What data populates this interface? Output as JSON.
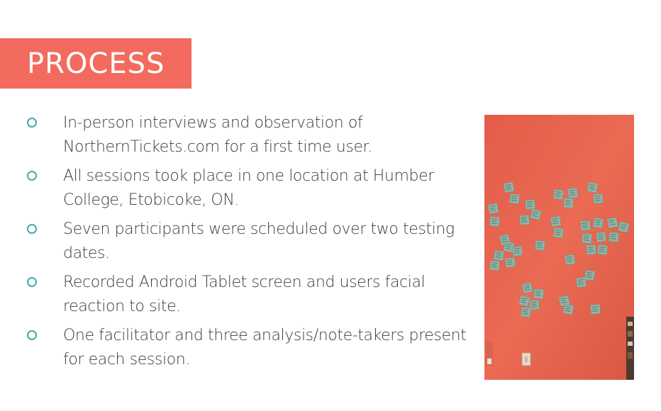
{
  "title": "PROCESS",
  "bullets": [
    "In-person interviews and observation of NorthernTickets.com for a first time user.",
    "All sessions took place in one location at Humber College, Etobicoke, ON.",
    "Seven participants were scheduled over two testing dates.",
    "Recorded Android Tablet screen and users facial reaction to site.",
    "One facilitator and three analysis/note-takers present for each session."
  ],
  "colors": {
    "title_bar": "#f26b5e",
    "bullet_marker": "#3ab0a6",
    "wall": "#e8624e",
    "sticky_note": "#8fb4a6"
  }
}
